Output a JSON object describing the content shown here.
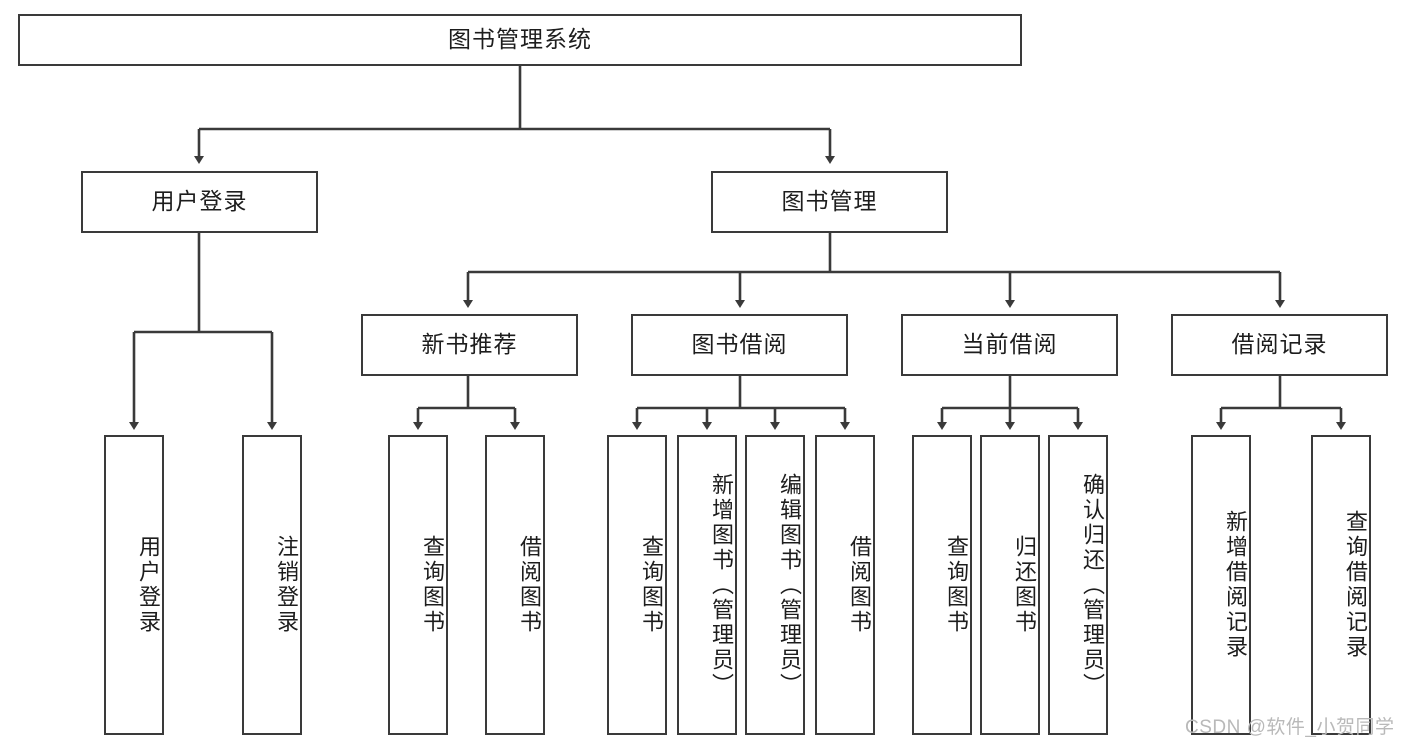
{
  "diagram": {
    "title": "图书管理系统",
    "type": "tree",
    "watermark": "CSDN @软件_小贺同学",
    "colors": {
      "stroke": "#3a3a3a",
      "fill": "#ffffff",
      "text": "#1d1d1d",
      "watermark": "#b9b9b9"
    },
    "root": {
      "label": "图书管理系统"
    },
    "level1": [
      {
        "label": "用户登录"
      },
      {
        "label": "图书管理"
      }
    ],
    "level2": [
      {
        "label": "新书推荐"
      },
      {
        "label": "图书借阅"
      },
      {
        "label": "当前借阅"
      },
      {
        "label": "借阅记录"
      }
    ],
    "leaves": {
      "user_login": [
        {
          "label": "用户登录"
        },
        {
          "label": "注销登录"
        }
      ],
      "new_book_recommend": [
        {
          "label": "查询图书"
        },
        {
          "label": "借阅图书"
        }
      ],
      "book_borrow": [
        {
          "label": "查询图书"
        },
        {
          "label": "新增图书（管理员）"
        },
        {
          "label": "编辑图书（管理员）"
        },
        {
          "label": "借阅图书"
        }
      ],
      "current_borrow": [
        {
          "label": "查询图书"
        },
        {
          "label": "归还图书"
        },
        {
          "label": "确认归还（管理员）"
        }
      ],
      "borrow_record": [
        {
          "label": "新增借阅记录"
        },
        {
          "label": "查询借阅记录"
        }
      ]
    }
  }
}
